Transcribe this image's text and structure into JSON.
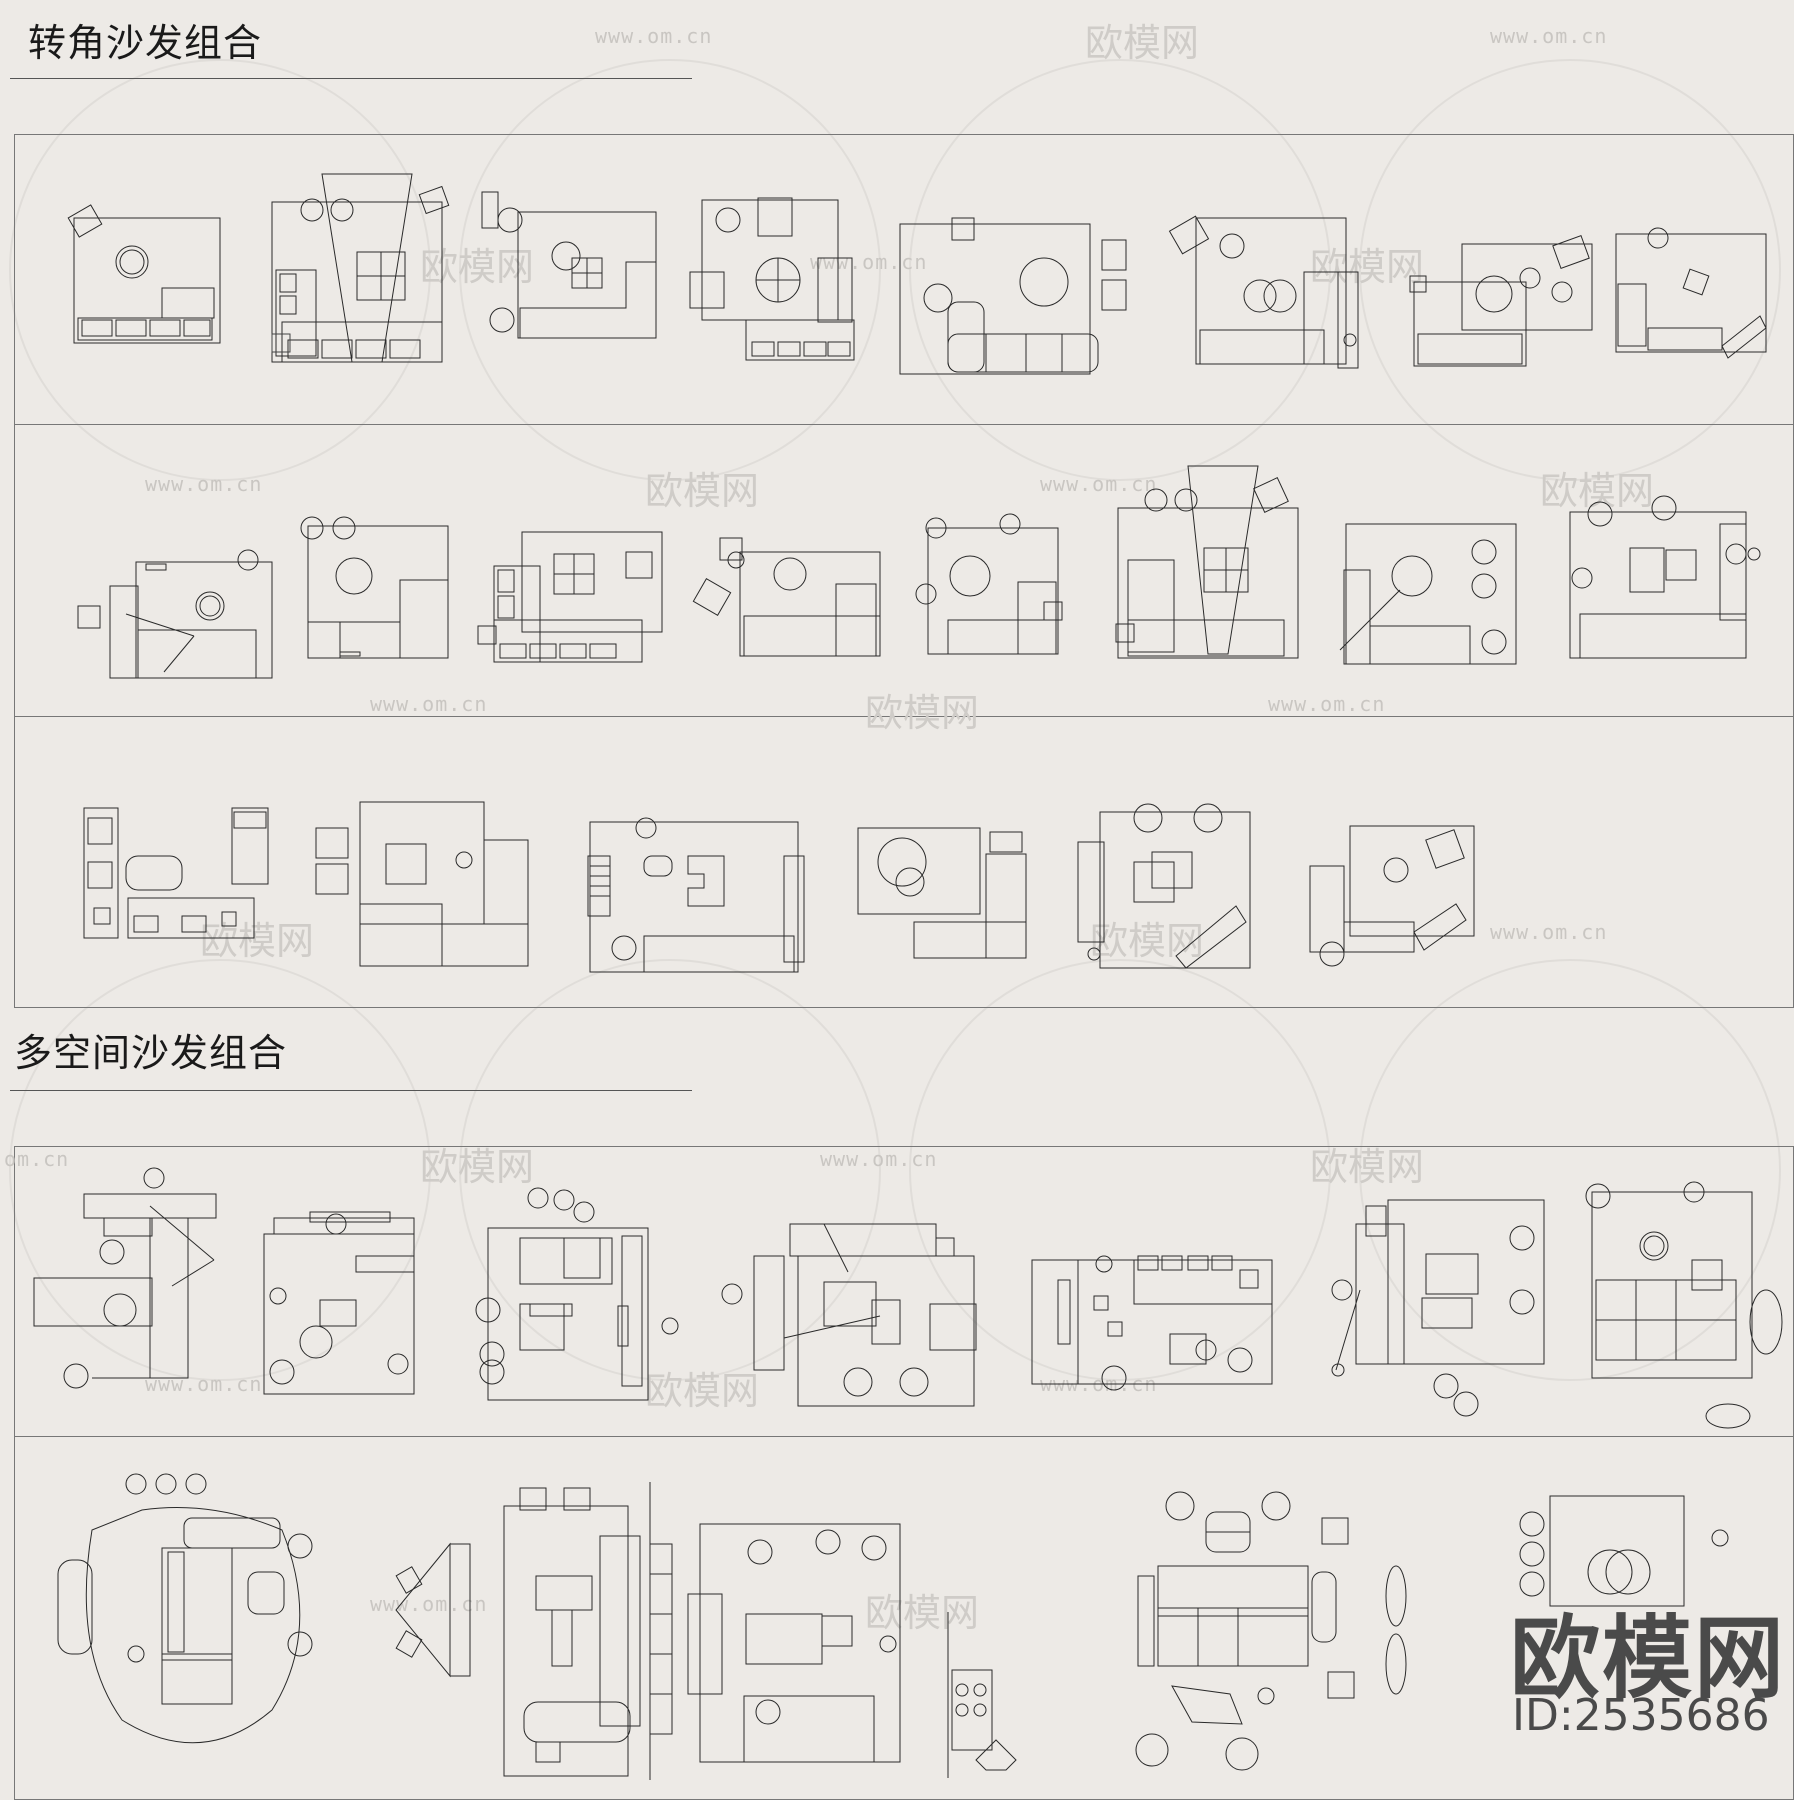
{
  "sections": [
    {
      "title": "转角沙发组合"
    },
    {
      "title": "多空间沙发组合"
    }
  ],
  "watermarks": {
    "site": "www.om.cn",
    "site_partial": "om.cn",
    "logo_text": "欧模网"
  },
  "brand": {
    "name": "欧模网",
    "id_label": "ID:2535686"
  },
  "colors": {
    "background": "#edeae6",
    "line": "#2a2a2a",
    "panel_border": "#777777"
  }
}
